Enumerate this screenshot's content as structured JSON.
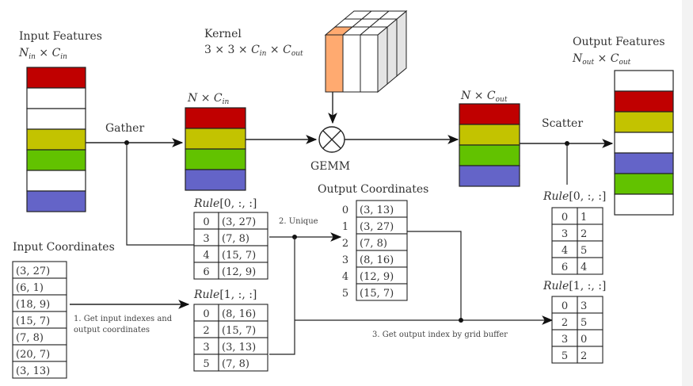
{
  "colors": {
    "red": "#c00000",
    "yellow": "#c3c300",
    "green": "#62c200",
    "blue": "#6464c8",
    "white": "#ffffff",
    "orange": "#ffaa70",
    "kernel_shade": "#e4e4e4"
  },
  "input_features": {
    "title": "Input Features",
    "dim_main": "N",
    "dim_sub1": "in",
    "times": " × ",
    "dim_main2": "C",
    "dim_sub2": "in",
    "rows": [
      "red",
      "white",
      "white",
      "yellow",
      "green",
      "white",
      "blue"
    ]
  },
  "gathered": {
    "dim_main": "N",
    "times": " × ",
    "dim_main2": "C",
    "dim_sub2": "in",
    "rows": [
      "red",
      "yellow",
      "green",
      "blue"
    ]
  },
  "kernel": {
    "title": "Kernel",
    "formula_prefix": "3 × 3 × ",
    "c1": "C",
    "c1_sub": "in",
    "times": " × ",
    "c2": "C",
    "c2_sub": "out"
  },
  "gemm": {
    "label": "GEMM"
  },
  "gemm_out": {
    "dim_main": "N",
    "times": " × ",
    "dim_main2": "C",
    "dim_sub2": "out",
    "rows": [
      "red",
      "yellow",
      "green",
      "blue"
    ]
  },
  "output_features": {
    "title": "Output Features",
    "dim_main": "N",
    "dim_sub1": "out",
    "times": " × ",
    "dim_main2": "C",
    "dim_sub2": "out",
    "rows": [
      "white",
      "red",
      "yellow",
      "white",
      "blue",
      "green",
      "white"
    ]
  },
  "steps": {
    "gather": "Gather",
    "scatter": "Scatter",
    "step1_line1": "1. Get input indexes and",
    "step1_line2": "output coordinates",
    "step2": "2. Unique",
    "step3": "3. Get output index by grid buffer"
  },
  "input_coordinates": {
    "title": "Input Coordinates",
    "values": [
      "(3, 27)",
      "(6, 1)",
      "(18, 9)",
      "(15, 7)",
      "(7, 8)",
      "(20, 7)",
      "(3, 13)"
    ]
  },
  "rule0_coords": {
    "title_italic": "Rule",
    "title_rest": "[0, :, :]",
    "rows": [
      [
        "0",
        "(3, 27)"
      ],
      [
        "3",
        "(7, 8)"
      ],
      [
        "4",
        "(15, 7)"
      ],
      [
        "6",
        "(12, 9)"
      ]
    ]
  },
  "rule1_coords": {
    "title_italic": "Rule",
    "title_rest": "[1, :, :]",
    "rows": [
      [
        "0",
        "(8, 16)"
      ],
      [
        "2",
        "(15, 7)"
      ],
      [
        "3",
        "(3, 13)"
      ],
      [
        "5",
        "(7, 8)"
      ]
    ]
  },
  "output_coordinates": {
    "title": "Output Coordinates",
    "indices": [
      "0",
      "1",
      "2",
      "3",
      "4",
      "5"
    ],
    "values": [
      "(3, 13)",
      "(3, 27)",
      "(7, 8)",
      "(8, 16)",
      "(12, 9)",
      "(15, 7)"
    ]
  },
  "rule0_index": {
    "title_italic": "Rule",
    "title_rest": "[0, :, :]",
    "rows": [
      [
        "0",
        "1"
      ],
      [
        "3",
        "2"
      ],
      [
        "4",
        "5"
      ],
      [
        "6",
        "4"
      ]
    ]
  },
  "rule1_index": {
    "title_italic": "Rule",
    "title_rest": "[1, :, :]",
    "rows": [
      [
        "0",
        "3"
      ],
      [
        "2",
        "5"
      ],
      [
        "3",
        "0"
      ],
      [
        "5",
        "2"
      ]
    ]
  }
}
